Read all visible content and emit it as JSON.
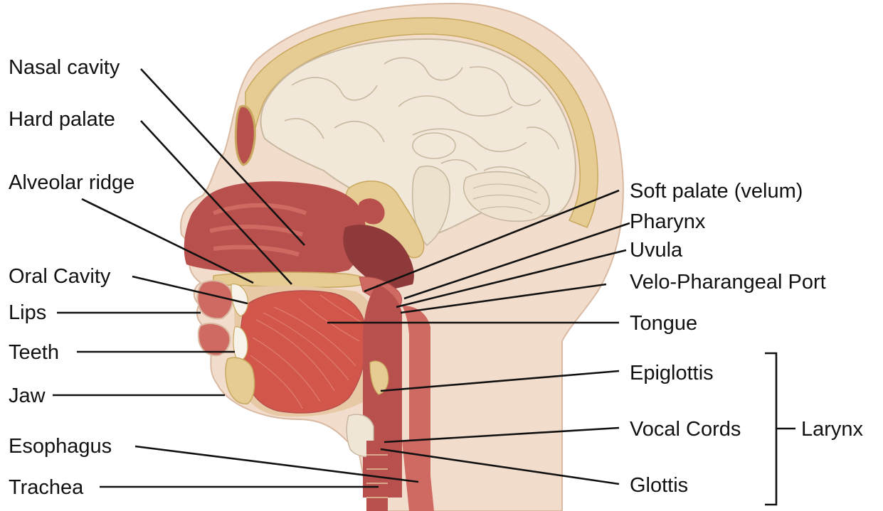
{
  "labels": {
    "nasal_cavity": "Nasal cavity",
    "hard_palate": "Hard palate",
    "alveolar_ridge": "Alveolar ridge",
    "oral_cavity": "Oral Cavity",
    "lips": "Lips",
    "teeth": "Teeth",
    "jaw": "Jaw",
    "esophagus": "Esophagus",
    "trachea": "Trachea",
    "soft_palate": "Soft palate (velum)",
    "pharynx": "Pharynx",
    "uvula": "Uvula",
    "velo_pharangeal_port": "Velo-Pharangeal Port",
    "tongue": "Tongue",
    "epiglottis": "Epiglottis",
    "vocal_cords": "Vocal Cords",
    "glottis": "Glottis",
    "larynx": "Larynx"
  },
  "colors": {
    "skin": "#f2dccb",
    "skin_edge": "#d9b9a2",
    "brain": "#f1e8d9",
    "brain_lines": "#c8b8a0",
    "bone": "#e6cc92",
    "bone_edge": "#c8a85e",
    "tissue": "#b8504e",
    "tissue_light": "#cf6a62",
    "tongue": "#d2574a",
    "cavity_dark": "#8e3a3a",
    "text": "#111111"
  }
}
